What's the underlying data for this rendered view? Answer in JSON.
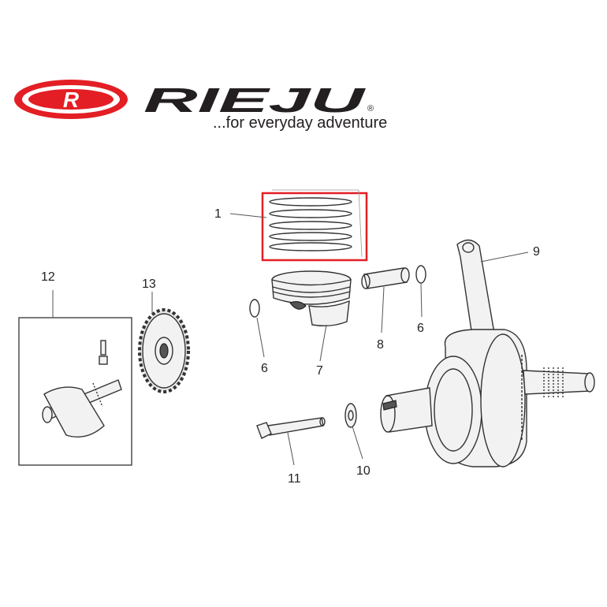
{
  "brand": {
    "name": "RIEJU",
    "emblem_letter": "R",
    "registered_mark": "®",
    "tagline": "...for everyday adventure",
    "red": "#e31e24",
    "dark": "#231f20"
  },
  "highlight": {
    "color": "#e31e24",
    "part": "1"
  },
  "callouts": [
    {
      "id": "1",
      "label": "1"
    },
    {
      "id": "6a",
      "label": "6"
    },
    {
      "id": "6b",
      "label": "6"
    },
    {
      "id": "7",
      "label": "7"
    },
    {
      "id": "8",
      "label": "8"
    },
    {
      "id": "9",
      "label": "9"
    },
    {
      "id": "10",
      "label": "10"
    },
    {
      "id": "11",
      "label": "11"
    },
    {
      "id": "12",
      "label": "12"
    },
    {
      "id": "13",
      "label": "13"
    }
  ]
}
